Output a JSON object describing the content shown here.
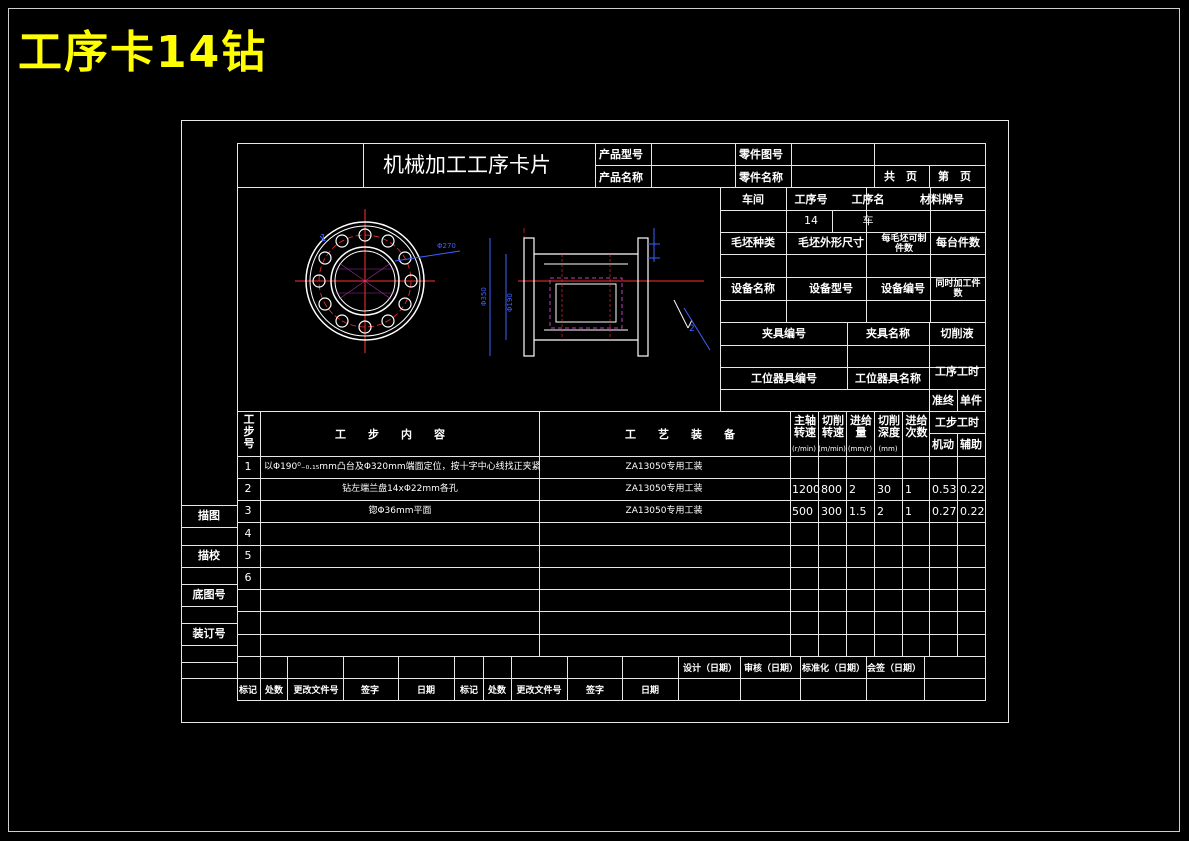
{
  "page_title": "工序卡14钻",
  "card": {
    "title": "机械加工工序卡片",
    "product_model_label": "产品型号",
    "product_name_label": "产品名称",
    "part_drawing_label": "零件图号",
    "part_name_label": "零件名称",
    "total_pages_label": "共　页",
    "page_label": "第　页"
  },
  "info": {
    "workshop_label": "车间",
    "op_no_label": "工序号",
    "op_name_label": "工序名",
    "material_label": "材料牌号",
    "op_no_value": "14",
    "op_name_value": "车",
    "blank_type_label": "毛坯种类",
    "blank_size_label": "毛坯外形尺寸",
    "blank_count_label": "每毛坯可制件数",
    "per_unit_label": "每台件数",
    "equip_name_label": "设备名称",
    "equip_model_label": "设备型号",
    "equip_no_label": "设备编号",
    "simul_label": "同时加工件数",
    "fixture_no_label": "夹具编号",
    "fixture_name_label": "夹具名称",
    "coolant_label": "切削液",
    "station_tool_no_label": "工位器具编号",
    "station_tool_name_label": "工位器具名称",
    "op_time_label": "工序工时",
    "prep_label": "准终",
    "unit_label": "单件"
  },
  "steps_header": {
    "step_no": "工步号",
    "content": "工　　步　　内　　容",
    "equipment": "工　　艺　　装　　备",
    "spindle": "主轴转速",
    "spindle_unit": "(r/min)",
    "cut_speed": "切削转速",
    "cut_speed_unit": "(m/min)",
    "feed": "进给量",
    "feed_unit": "(mm/r)",
    "depth": "切削深度",
    "depth_unit": "(mm)",
    "passes": "进给次数",
    "step_time": "工步工时",
    "machine": "机动",
    "aux": "辅助"
  },
  "steps": [
    {
      "no": "1",
      "content": "以Φ190⁰₋₀.₁₅mm凸台及Φ320mm端面定位，按十字中心线找正夹紧",
      "equip": "ZA13050专用工装",
      "spindle": "",
      "cut": "",
      "feed": "",
      "depth": "",
      "passes": "",
      "machine": "",
      "aux": ""
    },
    {
      "no": "2",
      "content": "钻左端兰盘14xΦ22mm各孔",
      "equip": "ZA13050专用工装",
      "spindle": "1200",
      "cut": "800",
      "feed": "2",
      "depth": "30",
      "passes": "1",
      "machine": "0.53",
      "aux": "0.22"
    },
    {
      "no": "3",
      "content": "锪Φ36mm平面",
      "equip": "ZA13050专用工装",
      "spindle": "500",
      "cut": "300",
      "feed": "1.5",
      "depth": "2",
      "passes": "1",
      "machine": "0.27",
      "aux": "0.22"
    },
    {
      "no": "4"
    },
    {
      "no": "5"
    },
    {
      "no": "6"
    }
  ],
  "side_labels": [
    "描图",
    "描校",
    "底图号",
    "装订号"
  ],
  "footer": {
    "design": "设计（日期）",
    "review": "审核（日期）",
    "standard": "标准化（日期）",
    "countersign": "会签（日期）",
    "mark": "标记",
    "count": "处数",
    "change_doc": "更改文件号",
    "sign": "签字",
    "date": "日期"
  },
  "drawing": {
    "dim_a": "Φ270",
    "dim_b": "Φ350",
    "dim_c": "Φ190",
    "note_1": "1",
    "note_2": "2"
  }
}
